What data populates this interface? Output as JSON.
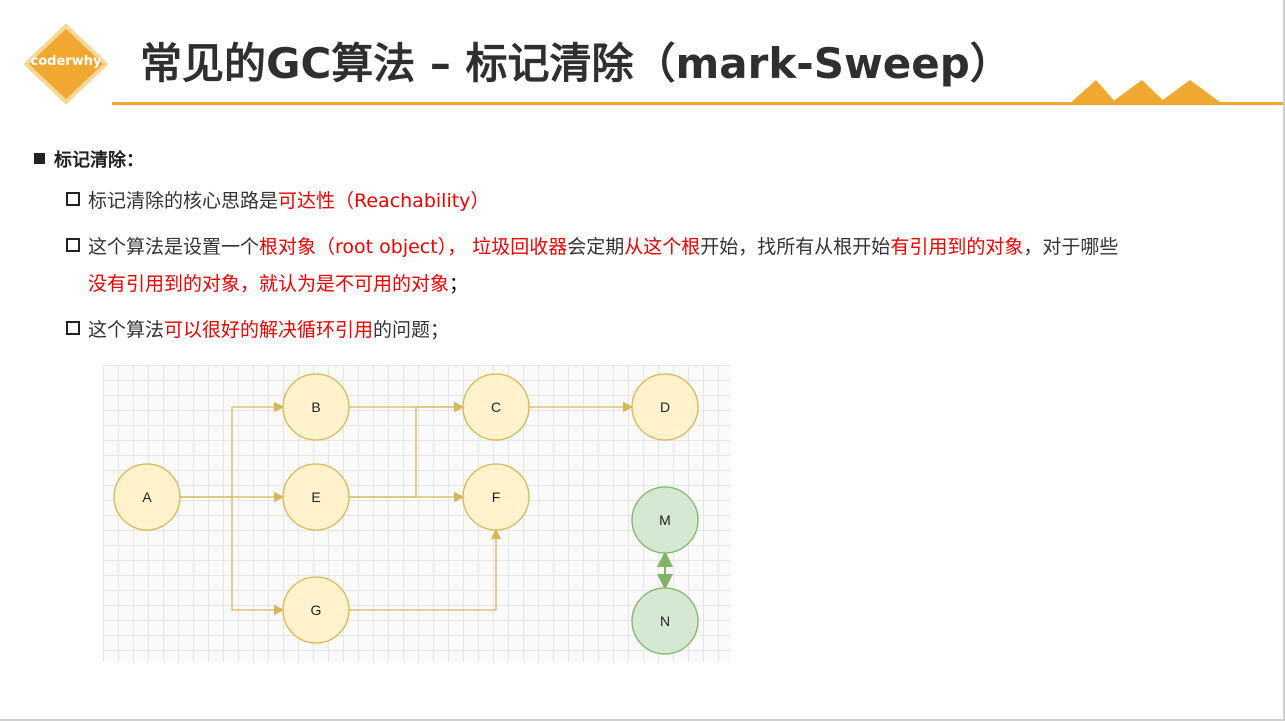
{
  "header": {
    "logo_text": "coderwhy",
    "title": "常见的GC算法 – 标记清除（mark-Sweep）",
    "accent_color": "#f0a830"
  },
  "section": {
    "heading": "标记清除："
  },
  "bullets": [
    {
      "parts": [
        {
          "t": "标记清除的核心思路是",
          "red": false
        },
        {
          "t": "可达性（Reachability）",
          "red": true
        }
      ]
    },
    {
      "parts": [
        {
          "t": "这个算法是设置一个",
          "red": false
        },
        {
          "t": "根对象（root object），",
          "red": true
        },
        {
          "t": " ",
          "red": false
        },
        {
          "t": "垃圾回收器",
          "red": true
        },
        {
          "t": "会定期",
          "red": false
        },
        {
          "t": "从这个根",
          "red": true
        },
        {
          "t": "开始，找所有从根开始",
          "red": false
        },
        {
          "t": "有引用到的对象",
          "red": true
        },
        {
          "t": "，对于哪些",
          "red": false
        }
      ],
      "continuation": [
        {
          "t": "没有引用到的对象，就认为是不可用的对象",
          "red": true
        },
        {
          "t": "；",
          "red": false
        }
      ]
    },
    {
      "parts": [
        {
          "t": "这个算法",
          "red": false
        },
        {
          "t": "可以很好的解决循环引用",
          "red": true
        },
        {
          "t": "的问题；",
          "red": false
        }
      ]
    }
  ],
  "diagram": {
    "nodes": [
      {
        "id": "A",
        "label": "A",
        "status": "reachable"
      },
      {
        "id": "B",
        "label": "B",
        "status": "reachable"
      },
      {
        "id": "C",
        "label": "C",
        "status": "reachable"
      },
      {
        "id": "D",
        "label": "D",
        "status": "reachable"
      },
      {
        "id": "E",
        "label": "E",
        "status": "reachable"
      },
      {
        "id": "F",
        "label": "F",
        "status": "reachable"
      },
      {
        "id": "G",
        "label": "G",
        "status": "reachable"
      },
      {
        "id": "M",
        "label": "M",
        "status": "unreachable"
      },
      {
        "id": "N",
        "label": "N",
        "status": "unreachable"
      }
    ],
    "edges": [
      {
        "from": "A",
        "to": "B"
      },
      {
        "from": "A",
        "to": "E"
      },
      {
        "from": "A",
        "to": "G"
      },
      {
        "from": "B",
        "to": "C"
      },
      {
        "from": "C",
        "to": "D"
      },
      {
        "from": "E",
        "to": "C"
      },
      {
        "from": "E",
        "to": "F"
      },
      {
        "from": "G",
        "to": "F"
      },
      {
        "from": "M",
        "to": "N",
        "bidirectional": true
      }
    ],
    "colors": {
      "reachable_fill": "#fff2cc",
      "reachable_stroke": "#d6b656",
      "unreachable_fill": "#d5e8d4",
      "unreachable_stroke": "#82b366"
    }
  }
}
